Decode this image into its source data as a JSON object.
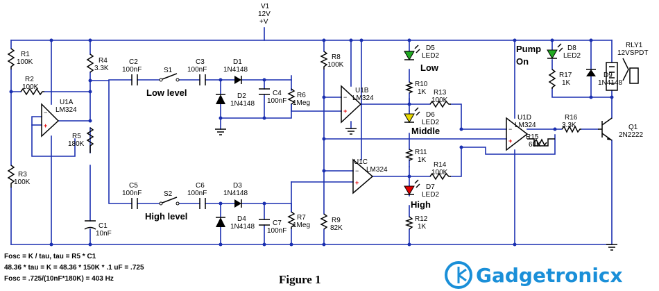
{
  "supply": {
    "ref": "V1",
    "value": "12V",
    "pin": "+V"
  },
  "relay": {
    "ref": "RLY1",
    "value": "12VSPDT"
  },
  "opamps": {
    "u1a": {
      "ref": "U1A",
      "part": "LM324"
    },
    "u1b": {
      "ref": "U1B",
      "part": "LM324"
    },
    "u1c": {
      "ref": "U1C",
      "part": "LM324"
    },
    "u1d": {
      "ref": "U1D",
      "part": "LM324"
    }
  },
  "resistors": {
    "r1": {
      "ref": "R1",
      "value": "100K"
    },
    "r2": {
      "ref": "R2",
      "value": "100K"
    },
    "r3": {
      "ref": "R3",
      "value": "100K"
    },
    "r4": {
      "ref": "R4",
      "value": "3.3K"
    },
    "r5": {
      "ref": "R5",
      "value": "180K"
    },
    "r6": {
      "ref": "R6",
      "value": "1Meg"
    },
    "r7": {
      "ref": "R7",
      "value": "1Meg"
    },
    "r8": {
      "ref": "R8",
      "value": "100K"
    },
    "r9": {
      "ref": "R9",
      "value": "82K"
    },
    "r10": {
      "ref": "R10",
      "value": "1K"
    },
    "r11": {
      "ref": "R11",
      "value": "1K"
    },
    "r12": {
      "ref": "R12",
      "value": "1K"
    },
    "r13": {
      "ref": "R13",
      "value": "100K"
    },
    "r14": {
      "ref": "R14",
      "value": "100K"
    },
    "r15": {
      "ref": "R15",
      "value": "68K"
    },
    "r16": {
      "ref": "R16",
      "value": "3.3K"
    },
    "r17": {
      "ref": "R17",
      "value": "1K"
    }
  },
  "capacitors": {
    "c1": {
      "ref": "C1",
      "value": "10nF"
    },
    "c2": {
      "ref": "C2",
      "value": "100nF"
    },
    "c3": {
      "ref": "C3",
      "value": "100nF"
    },
    "c4": {
      "ref": "C4",
      "value": "100nF"
    },
    "c5": {
      "ref": "C5",
      "value": "100nF"
    },
    "c6": {
      "ref": "C6",
      "value": "100nF"
    },
    "c7": {
      "ref": "C7",
      "value": "100nF"
    }
  },
  "diodes": {
    "d1": {
      "ref": "D1",
      "value": "1N4148"
    },
    "d2": {
      "ref": "D2",
      "value": "1N4148"
    },
    "d3": {
      "ref": "D3",
      "value": "1N4148"
    },
    "d4": {
      "ref": "D4",
      "value": "1N4148"
    },
    "d9": {
      "ref": "D9",
      "value": "1N4148"
    }
  },
  "leds": {
    "d5": {
      "ref": "D5",
      "value": "LED2",
      "color": "#22aa22"
    },
    "d6": {
      "ref": "D6",
      "value": "LED2",
      "color": "#e8d800"
    },
    "d7": {
      "ref": "D7",
      "value": "LED2",
      "color": "#e00000"
    },
    "d8": {
      "ref": "D8",
      "value": "LED2",
      "color": "#22aa22"
    }
  },
  "switches": {
    "s1": {
      "ref": "S1"
    },
    "s2": {
      "ref": "S2"
    }
  },
  "transistor": {
    "ref": "Q1",
    "value": "2N2222"
  },
  "labels": {
    "low_level": "Low level",
    "high_level": "High level",
    "low": "Low",
    "middle": "Middle",
    "high": "High",
    "pump": "Pump",
    "on": "On"
  },
  "formulas": [
    "Fosc = K / tau, tau = R5 * C1",
    "48.36 * tau = K = 48.36 * 150K * .1 uF = .725",
    "Fosc = .725/(10nF*180K) = 403 Hz"
  ],
  "caption": "Figure 1",
  "brand": "Gadgetronicx",
  "colors": {
    "wire": "#1a2fb0",
    "brand": "#1a8fd8",
    "plus": "#e00000"
  }
}
